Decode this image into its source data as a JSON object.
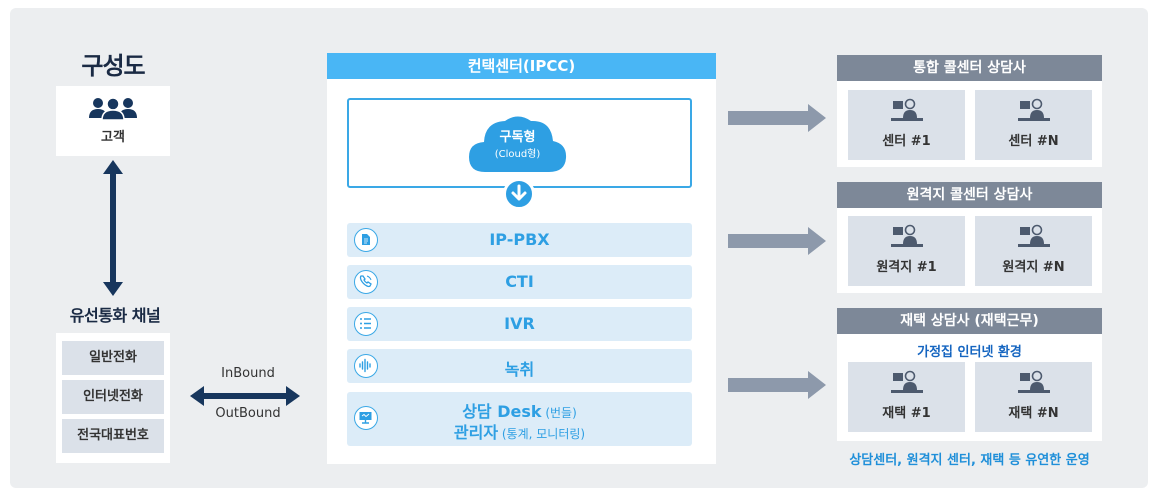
{
  "left": {
    "title": "구성도",
    "customer_label": "고객",
    "wired_title": "유선통화 채널",
    "wired_items": [
      "일반전화",
      "인터넷전화",
      "전국대표번호"
    ],
    "inbound_label": "InBound",
    "outbound_label": "OutBound"
  },
  "center": {
    "header": "컨택센터(IPCC)",
    "cloud_line1": "구독형",
    "cloud_line2": "(Cloud형)",
    "services": [
      "IP-PBX",
      "CTI",
      "IVR",
      "녹취"
    ],
    "desk_bold": "상담 Desk",
    "desk_note": " (번들)",
    "admin_bold": "관리자",
    "admin_note": " (통계, 모니터링)"
  },
  "right": {
    "group1": {
      "header": "통합 콜센터 상담사",
      "cards": [
        "센터 #1",
        "센터 #N"
      ]
    },
    "group2": {
      "header": "원격지 콜센터 상담사",
      "cards": [
        "원격지 #1",
        "원격지 #N"
      ]
    },
    "group3": {
      "header": "재택 상담사 (재택근무)",
      "subtitle": "가정집 인터넷 환경",
      "cards": [
        "재택 #1",
        "재택 #N"
      ]
    },
    "footer": "상담센터, 원격지 센터, 재택 등 유연한 운영"
  },
  "colors": {
    "navy": "#17365d",
    "header_blue": "#49b6f5",
    "accent_blue": "#2e9fe3",
    "service_bg": "#dcecf8",
    "gray_header": "#7d8898",
    "card_gray": "#dbe1e9",
    "background": "#eceef0"
  }
}
